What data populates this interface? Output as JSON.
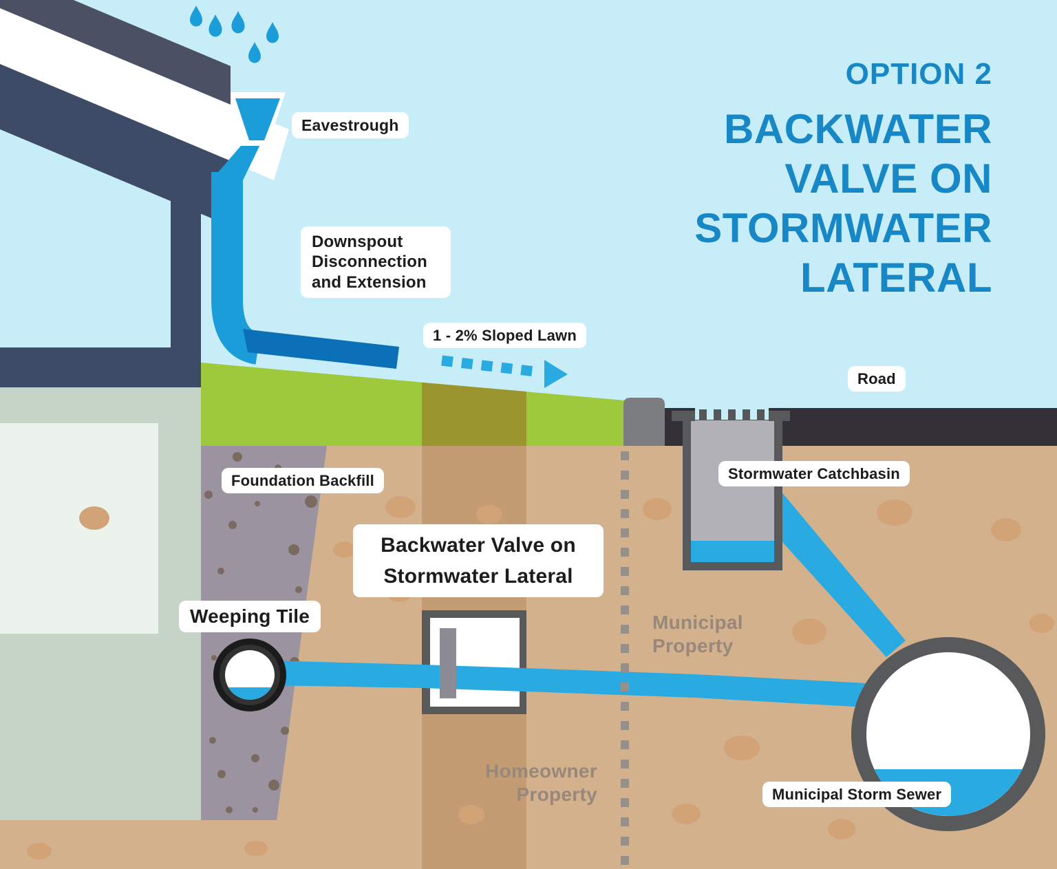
{
  "title": {
    "kicker": "OPTION 2",
    "lines": [
      "BACKWATER",
      "VALVE ON",
      "STORMWATER",
      "LATERAL"
    ]
  },
  "labels": {
    "eavestrough": "Eavestrough",
    "downspout": "Downspout Disconnection and Extension",
    "sloped_lawn": "1 - 2% Sloped Lawn",
    "road": "Road",
    "foundation_backfill": "Foundation Backfill",
    "backwater_valve": "Backwater Valve on Stormwater Lateral",
    "weeping_tile": "Weeping Tile",
    "stormwater_catchbasin": "Stormwater Catchbasin",
    "municipal_storm_sewer": "Municipal Storm Sewer",
    "municipal_property": "Municipal Property",
    "homeowner_property": "Homeowner Property"
  },
  "colors": {
    "sky": "#c7edf9",
    "title_blue": "#1787c5",
    "house_navy": "#3d4b66",
    "roof_gray": "#4b5162",
    "wall_sage": "#c5d4c7",
    "wall_light": "#ebf3ec",
    "lawn_green": "#9fc93c",
    "trench_olive": "#9b9530",
    "soil_tan": "#d3b18c",
    "soil_blob": "#d3a378",
    "trench_tan": "#c49c74",
    "backfill_gray": "#9b94a0",
    "backfill_stone": "#7b6a60",
    "road_dark": "#333037",
    "curb_gray": "#7b7d80",
    "structure_gray": "#58595b",
    "basin_interior": "#b3b1b8",
    "water_blue": "#29abe2",
    "downspout_blue": "#1b9dd9",
    "extension_blue": "#0c70b8",
    "label_text": "#1c1c1c",
    "property_text": "#97887b",
    "property_dash": "#97908a"
  }
}
